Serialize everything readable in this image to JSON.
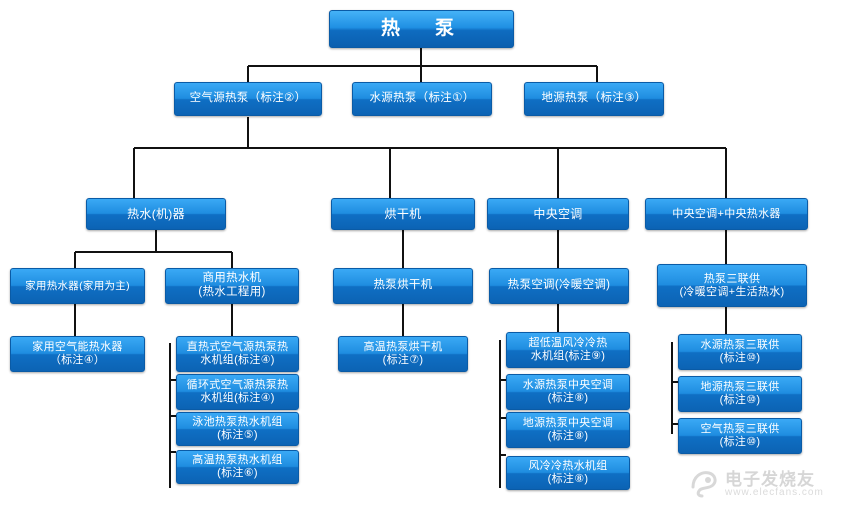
{
  "diagram": {
    "title": "热 泵",
    "type": "tree",
    "nodes": {
      "root": "热　泵",
      "level2": [
        "空气源热泵（标注②）",
        "水源热泵（标注①）",
        "地源热泵（标注③）"
      ],
      "level3": [
        "热水(机)器",
        "烘干机",
        "中央空调",
        "中央空调+中央热水器"
      ],
      "level4": [
        "家用热水器(家用为主)",
        "商用热水机\n(热水工程用)",
        "热泵烘干机",
        "热泵空调(冷暖空调)",
        "热泵三联供\n(冷暖空调+生活热水)"
      ],
      "level5": {
        "col_home": [
          "家用空气能热水器\n（标注④）"
        ],
        "col_commercial": [
          "直热式空气源热泵热\n水机组(标注④)",
          "循环式空气源热泵热\n水机组(标注④)",
          "泳池热泵热水机组\n(标注⑤)",
          "高温热泵热水机组\n(标注⑥)"
        ],
        "col_dryer": [
          "高温热泵烘干机\n(标注⑦)"
        ],
        "col_ac": [
          "超低温风冷冷热\n水机组(标注⑨)",
          "水源热泵中央空调\n(标注⑧)",
          "地源热泵中央空调\n(标注⑧)",
          "风冷冷热水机组\n(标注⑧)"
        ],
        "col_combo": [
          "水源热泵三联供\n(标注⑩)",
          "地源热泵三联供\n(标注⑩)",
          "空气热泵三联供\n(标注⑩)"
        ]
      }
    },
    "watermark": {
      "main": "电子发烧友",
      "sub": "www.elecfans.com"
    },
    "colors": {
      "node_top": "#3aa9f5",
      "node_bottom": "#0c63b4",
      "line": "#1a1a1a",
      "background": "#ffffff"
    }
  }
}
